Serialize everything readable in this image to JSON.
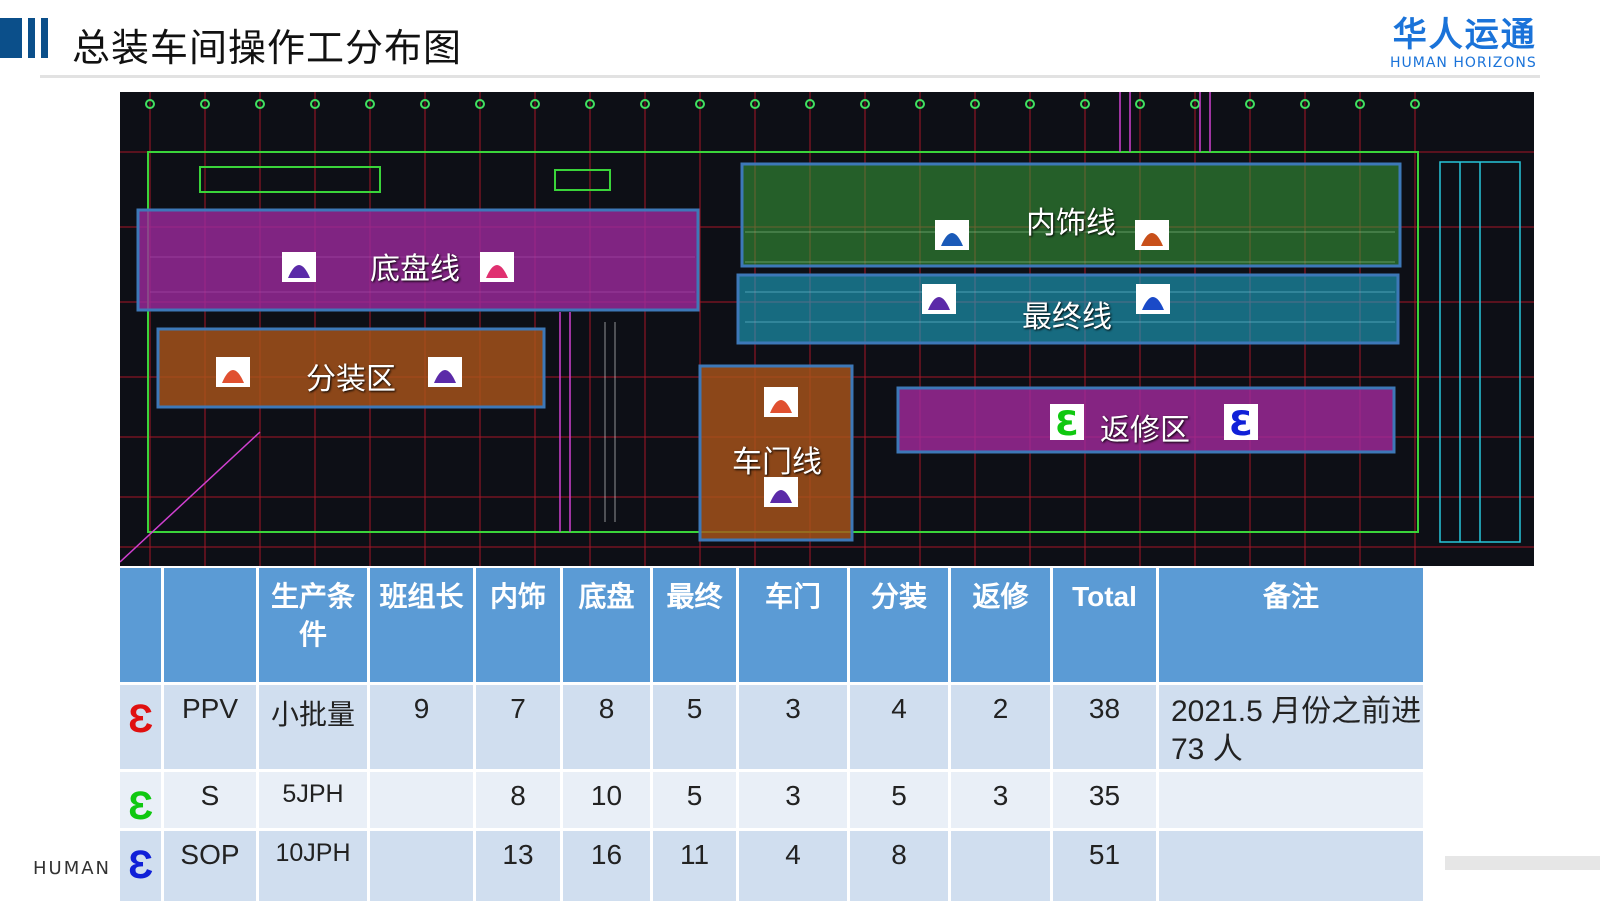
{
  "header": {
    "title": "总装车间操作工分布图",
    "logo_cn": "华人运通",
    "logo_en": "HUMAN HORIZONS"
  },
  "footer": {
    "logo": "HUMAN"
  },
  "plan": {
    "zones": {
      "chassis": "底盘线",
      "trim": "内饰线",
      "final": "最终线",
      "subassembly": "分装区",
      "door": "车门线",
      "repair": "返修区"
    }
  },
  "table": {
    "headers": [
      "",
      "",
      "生产条件",
      "班组长",
      "内饰",
      "底盘",
      "最终",
      "车门",
      "分装",
      "返修",
      "Total",
      "备注"
    ],
    "rows": [
      {
        "icon_color": "#e01010",
        "stage": "PPV",
        "condition": "小批量",
        "leader": "9",
        "trim": "7",
        "chassis": "8",
        "final": "5",
        "door": "3",
        "sub": "4",
        "repair": "2",
        "total": "38",
        "note": "2021.5 月份之前进 73 人"
      },
      {
        "icon_color": "#10c810",
        "stage": "S",
        "condition": "5JPH",
        "leader": "",
        "trim": "8",
        "chassis": "10",
        "final": "5",
        "door": "3",
        "sub": "5",
        "repair": "3",
        "total": "35",
        "note": ""
      },
      {
        "icon_color": "#1020d8",
        "stage": "SOP",
        "condition": "10JPH",
        "leader": "",
        "trim": "13",
        "chassis": "16",
        "final": "11",
        "door": "4",
        "sub": "8",
        "repair": "",
        "total": "51",
        "note": ""
      }
    ]
  }
}
